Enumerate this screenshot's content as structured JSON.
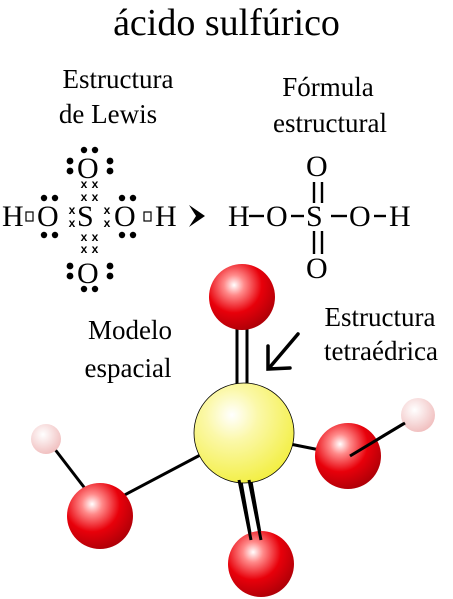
{
  "title": "ácido sulfúrico",
  "lewis": {
    "label_line1": "Estructura",
    "label_line2": "de Lewis",
    "left_h": "H",
    "left_o": "O",
    "center_s": "S",
    "right_o": "O",
    "right_h": "H",
    "top_o": "O",
    "bottom_o": "O"
  },
  "formula": {
    "label_line1": "Fórmula",
    "label_line2": "estructural",
    "h_left": "H",
    "o_left": "O",
    "s_center": "S",
    "o_right": "O",
    "h_right": "H",
    "o_top": "O",
    "o_bottom": "O"
  },
  "model": {
    "label_line1": "Modelo",
    "label_line2": "espacial"
  },
  "tetra": {
    "label_line1": "Estructura",
    "label_line2": "tetraédrica"
  },
  "colors": {
    "oxygen": "#e8000a",
    "sulfur": "#f2ee3a",
    "hydrogen": "#f0bcbc",
    "bond": "#000000"
  }
}
